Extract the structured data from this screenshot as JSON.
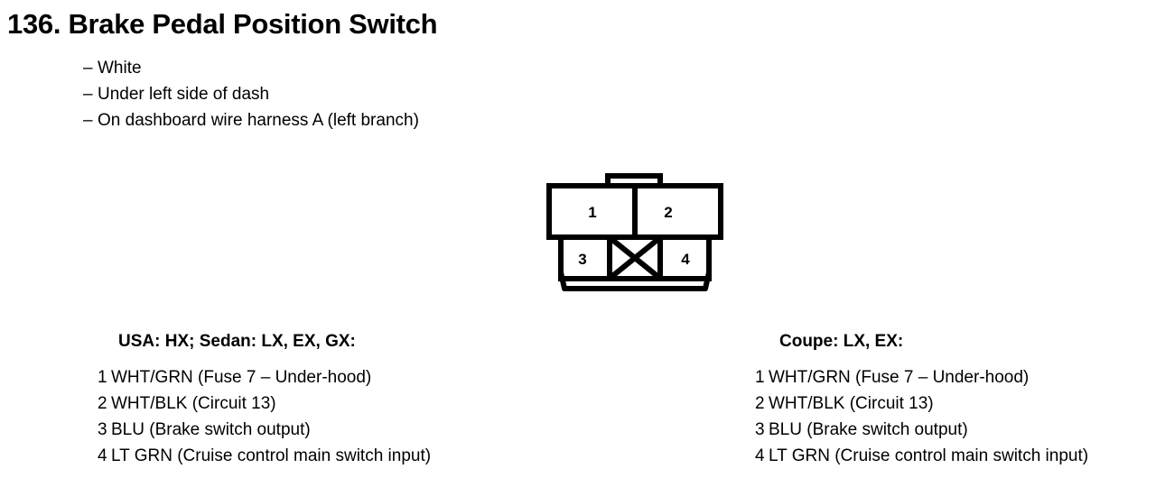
{
  "page": {
    "title": "136. Brake Pedal Position Switch",
    "specs": [
      {
        "dash": "–",
        "text": "White"
      },
      {
        "dash": "–",
        "text": "Under left side of dash"
      },
      {
        "dash": "–",
        "text": "On dashboard wire harness A (left branch)"
      }
    ]
  },
  "connector": {
    "top_row": [
      {
        "label": "1"
      },
      {
        "label": "2"
      }
    ],
    "bottom_row": [
      {
        "label": "3",
        "blocked": false
      },
      {
        "label": "",
        "blocked": true
      },
      {
        "label": "4",
        "blocked": false
      }
    ],
    "stroke_color": "#000000",
    "fill_color": "#ffffff"
  },
  "columns": [
    {
      "id": "usa",
      "heading": "USA: HX; Sedan: LX, EX, GX:",
      "pins": [
        {
          "index": "1",
          "text": "WHT/GRN (Fuse 7 – Under-hood)"
        },
        {
          "index": "2",
          "text": "WHT/BLK (Circuit 13)"
        },
        {
          "index": "3",
          "text": "BLU (Brake switch output)"
        },
        {
          "index": "4",
          "text": "LT GRN (Cruise control main switch input)"
        }
      ]
    },
    {
      "id": "coupe",
      "heading": "Coupe: LX, EX:",
      "pins": [
        {
          "index": "1",
          "text": "WHT/GRN (Fuse 7 – Under-hood)"
        },
        {
          "index": "2",
          "text": "WHT/BLK (Circuit 13)"
        },
        {
          "index": "3",
          "text": "BLU (Brake switch output)"
        },
        {
          "index": "4",
          "text": "LT GRN (Cruise control main switch input)"
        }
      ]
    }
  ]
}
